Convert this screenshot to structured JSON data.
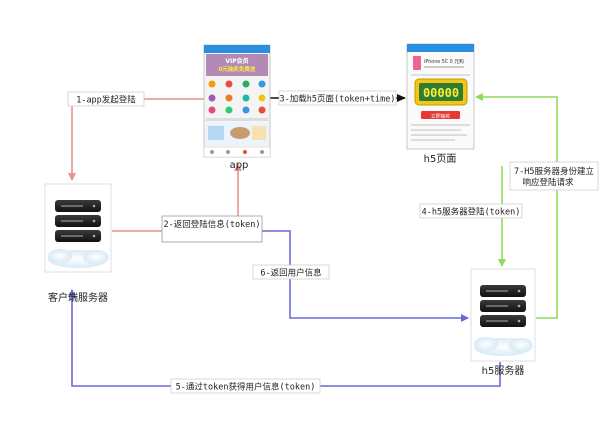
{
  "nodes": {
    "app": {
      "label": "app"
    },
    "h5_page": {
      "label": "h5页面"
    },
    "client_server": {
      "label": "客户端服务器"
    },
    "h5_server": {
      "label": "h5服务器"
    }
  },
  "app_screen": {
    "banner_line1": "VIP会员",
    "banner_line2": "0元抽奖免费送"
  },
  "h5_screen": {
    "product": "iPhone 5C 0 元购",
    "counter": "00000",
    "button": "立即抽奖"
  },
  "edges": [
    {
      "id": "e1",
      "label": "1-app发起登陆"
    },
    {
      "id": "e2",
      "label": "2-返回登陆信息(token)"
    },
    {
      "id": "e3",
      "label": "3-加载h5页面(token+time)"
    },
    {
      "id": "e4",
      "label": "4-h5服务器登陆(token)"
    },
    {
      "id": "e5",
      "label": "5-通过token获得用户信息(token)"
    },
    {
      "id": "e6",
      "label": "6-返回用户信息"
    },
    {
      "id": "e7",
      "label_line1": "7-H5服务器身份建立",
      "label_line2": "响应登陆请求"
    }
  ],
  "colors": {
    "salmon": "#e8948a",
    "blue": "#6a6ad6",
    "green": "#8fdc5a",
    "black": "#111111"
  }
}
